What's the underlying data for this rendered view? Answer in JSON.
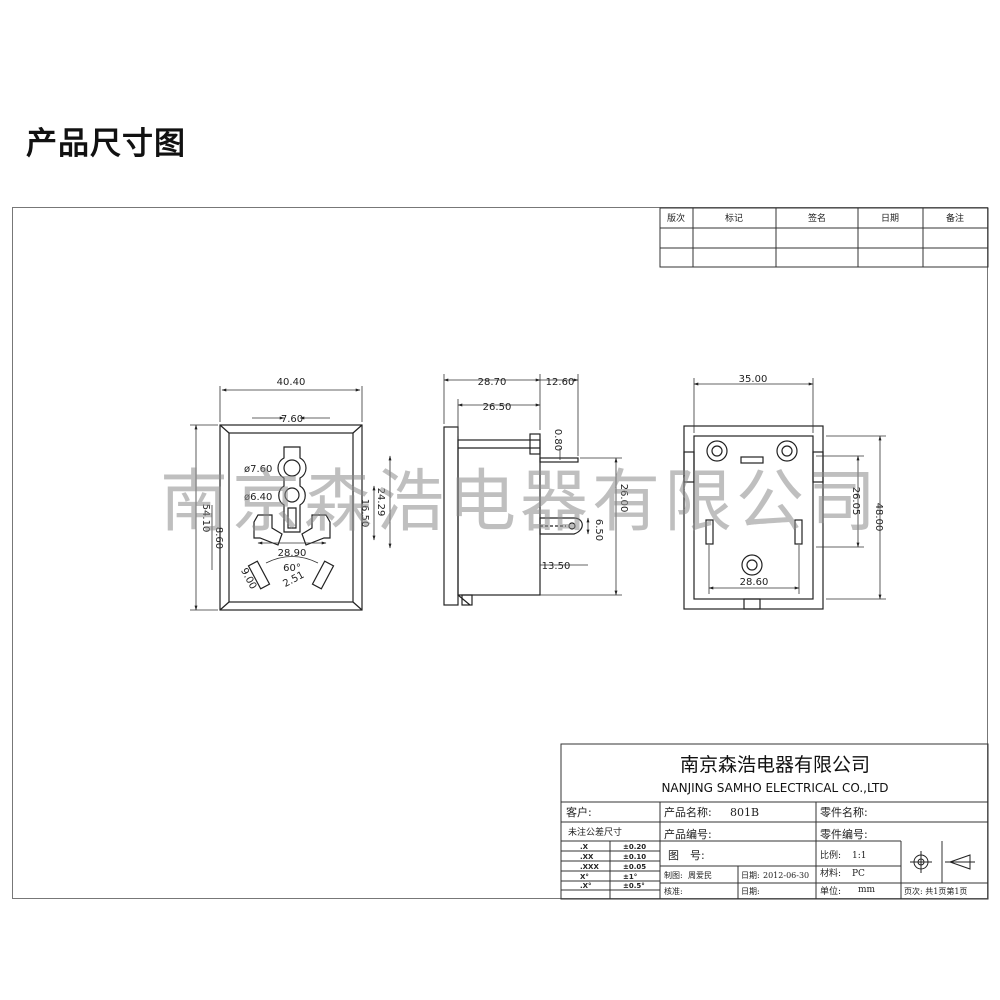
{
  "page_title": "产品尺寸图",
  "watermark": "南京森浩电器有限公司",
  "revision_table": {
    "headers": [
      "版次",
      "标记",
      "签名",
      "日期",
      "备注"
    ]
  },
  "front_view": {
    "dims": {
      "width": "40.40",
      "top_gap": "7.60",
      "dia1": "ø7.60",
      "dia2": "ø6.40",
      "height": "54.10",
      "left_offset": "8.60",
      "inner_h1": "16.50",
      "inner_h2": "24.29",
      "pin_span": "28.90",
      "angle": "60°",
      "pin_w": "2.51",
      "pin_l": "9.00"
    }
  },
  "side_view": {
    "dims": {
      "depth": "28.70",
      "pin_ext": "12.60",
      "body_depth": "26.50",
      "thickness": "0.80",
      "height": "26.00",
      "pin_d": "6.50",
      "pin_len": "13.50"
    }
  },
  "back_view": {
    "dims": {
      "width": "35.00",
      "inner_h": "26.05",
      "height": "48.00",
      "hole_span": "28.60"
    }
  },
  "title_block": {
    "company_cn": "南京森浩电器有限公司",
    "company_en": "NANJING SAMHO ELECTRICAL CO.,LTD",
    "customer_label": "客户:",
    "product_name_label": "产品名称:",
    "product_name_value": "801B",
    "part_name_label": "零件名称:",
    "tolerance_title": "未注公差尺寸",
    "product_code_label": "产品编号:",
    "part_code_label": "零件编号:",
    "tolerances": [
      {
        "fmt": ".X",
        "tol": "±0.20"
      },
      {
        "fmt": ".XX",
        "tol": "±0.10"
      },
      {
        "fmt": ".XXX",
        "tol": "±0.05"
      },
      {
        "fmt": "X°",
        "tol": "±1°"
      },
      {
        "fmt": ".X°",
        "tol": "±0.5°"
      }
    ],
    "drawing_no_label": "图　号:",
    "scale_label": "比例:",
    "scale_value": "1:1",
    "drafter_label": "制图:",
    "drafter_value": "周爱民",
    "date_label": "日期:",
    "date_value": "2012-06-30",
    "material_label": "材料:",
    "material_value": "PC",
    "checker_label": "核准:",
    "date2_label": "日期:",
    "unit_label": "单位:",
    "unit_value": "mm",
    "page_label": "页次: 共1页第1页"
  }
}
